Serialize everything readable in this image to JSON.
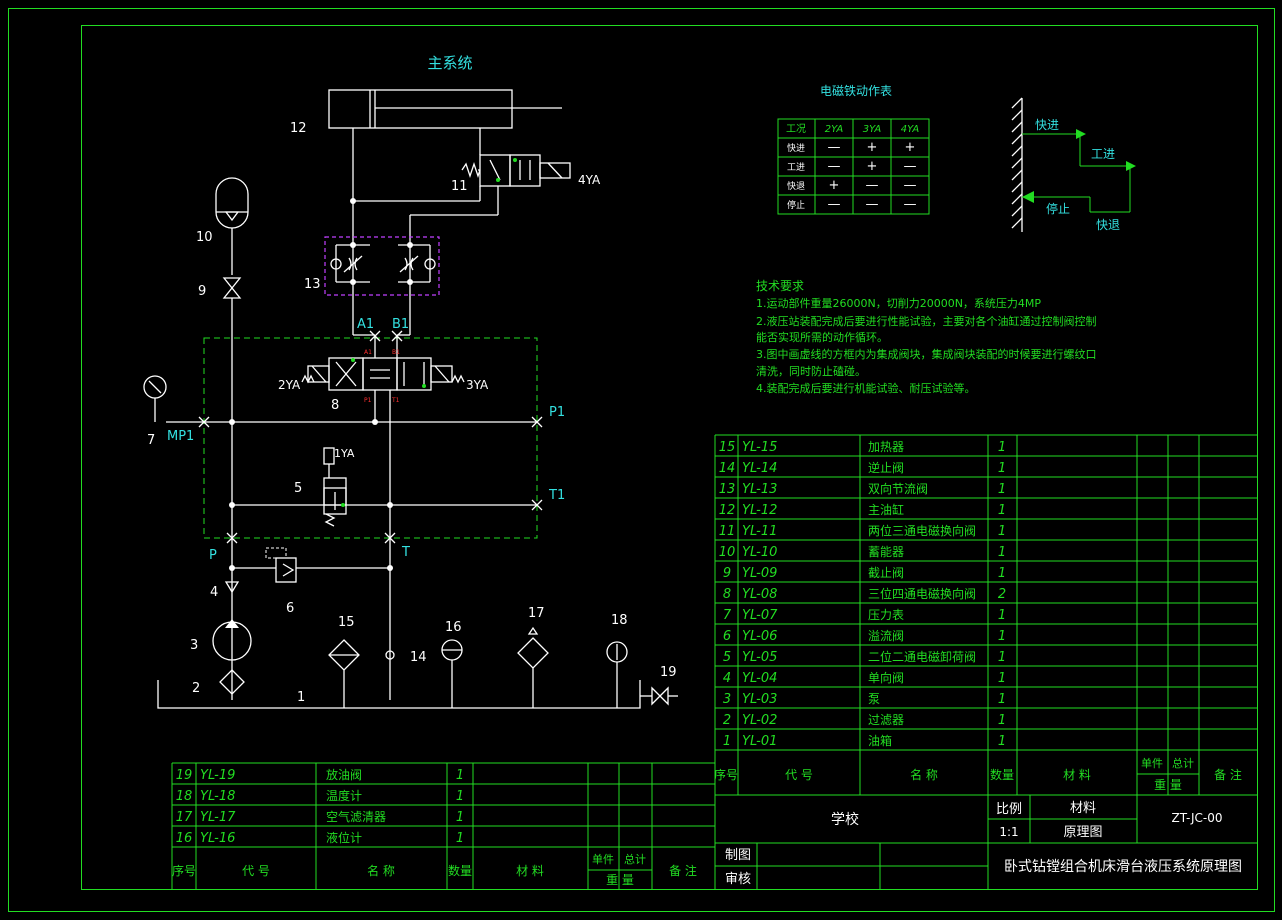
{
  "diagram": {
    "title": "主系统",
    "component_labels": {
      "n1": "1",
      "n2": "2",
      "n3": "3",
      "n4": "4",
      "n5": "5",
      "n6": "6",
      "n7": "7",
      "n8": "8",
      "n9": "9",
      "n10": "10",
      "n11": "11",
      "n12": "12",
      "n13": "13",
      "n14": "14",
      "n15": "15",
      "n16": "16",
      "n17": "17",
      "n18": "18",
      "n19": "19"
    },
    "solenoids": {
      "ya1": "1YA",
      "ya2": "2YA",
      "ya3": "3YA",
      "ya4": "4YA"
    },
    "ports": {
      "a1": "A1",
      "b1": "B1",
      "p1": "P1",
      "t1": "T1",
      "mp1": "MP1",
      "p": "P",
      "t": "T",
      "a1_small": "A1",
      "b1_small": "B1",
      "p1_small": "P1",
      "t1_small": "T1"
    }
  },
  "solenoid_table": {
    "title": "电磁铁动作表",
    "headers": [
      "工况",
      "2YA",
      "3YA",
      "4YA"
    ],
    "rows": [
      [
        "快进",
        "—",
        "+",
        "+"
      ],
      [
        "工进",
        "—",
        "+",
        "—"
      ],
      [
        "快退",
        "+",
        "—",
        "—"
      ],
      [
        "停止",
        "—",
        "—",
        "—"
      ]
    ]
  },
  "motion_cycle": {
    "fast_forward": "快进",
    "work_feed": "工进",
    "stop": "停止",
    "fast_return": "快退"
  },
  "tech_requirements": {
    "heading": "技术要求",
    "lines": [
      "1.运动部件重量26000N，切削力20000N，系统压力4MP",
      "2.液压站装配完成后要进行性能试验，主要对各个油缸通过控制阀控制",
      "能否实现所需的动作循环。",
      "3.图中画虚线的方框内为集成阀块，集成阀块装配的时候要进行螺纹口",
      "清洗，同时防止磕碰。",
      "4.装配完成后要进行机能试验、耐压试验等。"
    ]
  },
  "parts_list_right": [
    {
      "no": "15",
      "code": "YL-15",
      "name": "加热器",
      "qty": "1"
    },
    {
      "no": "14",
      "code": "YL-14",
      "name": "逆止阀",
      "qty": "1"
    },
    {
      "no": "13",
      "code": "YL-13",
      "name": "双向节流阀",
      "qty": "1"
    },
    {
      "no": "12",
      "code": "YL-12",
      "name": "主油缸",
      "qty": "1"
    },
    {
      "no": "11",
      "code": "YL-11",
      "name": "两位三通电磁换向阀",
      "qty": "1"
    },
    {
      "no": "10",
      "code": "YL-10",
      "name": "蓄能器",
      "qty": "1"
    },
    {
      "no": "9",
      "code": "YL-09",
      "name": "截止阀",
      "qty": "1"
    },
    {
      "no": "8",
      "code": "YL-08",
      "name": "三位四通电磁换向阀",
      "qty": "2"
    },
    {
      "no": "7",
      "code": "YL-07",
      "name": "压力表",
      "qty": "1"
    },
    {
      "no": "6",
      "code": "YL-06",
      "name": "溢流阀",
      "qty": "1"
    },
    {
      "no": "5",
      "code": "YL-05",
      "name": "二位二通电磁卸荷阀",
      "qty": "1"
    },
    {
      "no": "4",
      "code": "YL-04",
      "name": "单向阀",
      "qty": "1"
    },
    {
      "no": "3",
      "code": "YL-03",
      "name": "泵",
      "qty": "1"
    },
    {
      "no": "2",
      "code": "YL-02",
      "name": "过滤器",
      "qty": "1"
    },
    {
      "no": "1",
      "code": "YL-01",
      "name": "油箱",
      "qty": "1"
    }
  ],
  "parts_list_left": [
    {
      "no": "19",
      "code": "YL-19",
      "name": "放油阀",
      "qty": "1"
    },
    {
      "no": "18",
      "code": "YL-18",
      "name": "温度计",
      "qty": "1"
    },
    {
      "no": "17",
      "code": "YL-17",
      "name": "空气滤清器",
      "qty": "1"
    },
    {
      "no": "16",
      "code": "YL-16",
      "name": "液位计",
      "qty": "1"
    }
  ],
  "parts_header": {
    "no": "序号",
    "code": "代  号",
    "name": "名  称",
    "qty": "数量",
    "material": "材  料",
    "unit": "单件",
    "total": "总计",
    "weight": "重  量",
    "remark": "备  注"
  },
  "title_block": {
    "school": "学校",
    "scale_label": "比例",
    "scale_value": "1:1",
    "material_label": "材料",
    "drawing_type": "原理图",
    "drawing_no": "ZT-JC-00",
    "drawn": "制图",
    "checked": "审核",
    "title": "卧式钻镗组合机床滑台液压系统原理图"
  }
}
